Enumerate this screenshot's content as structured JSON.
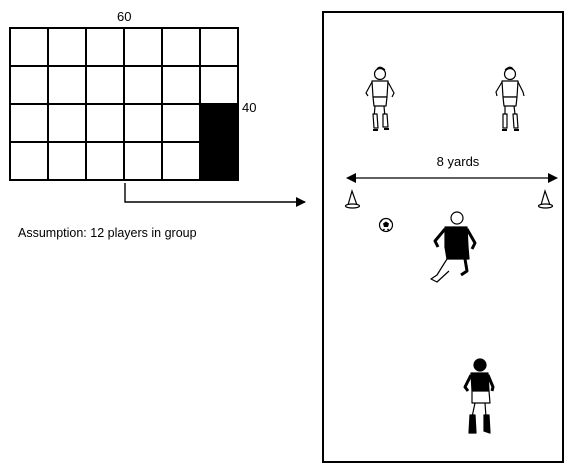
{
  "grid": {
    "width_label": "60",
    "height_label": "40",
    "rows": 4,
    "cols": 6,
    "filled_cells": [
      [
        2,
        5
      ],
      [
        3,
        5
      ]
    ]
  },
  "assumption_text": "Assumption: 12 players in group",
  "field": {
    "distance_label": "8 yards"
  },
  "colors": {
    "line": "#000000",
    "fill": "#000000",
    "background": "#ffffff"
  }
}
